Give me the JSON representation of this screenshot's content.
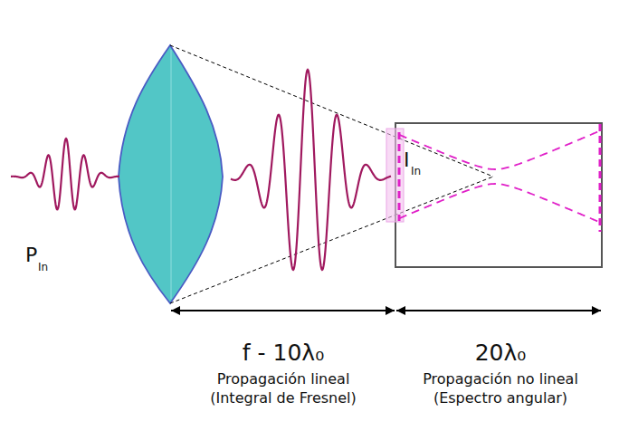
{
  "diagram": {
    "labels": [
      "P",
      "In",
      "I",
      "In",
      "f - 10λ₀",
      "Propagación lineal",
      "(Integral de Fresnel)",
      "20λ₀",
      "Propagación no lineal",
      "(Espectro angular)"
    ]
  }
}
